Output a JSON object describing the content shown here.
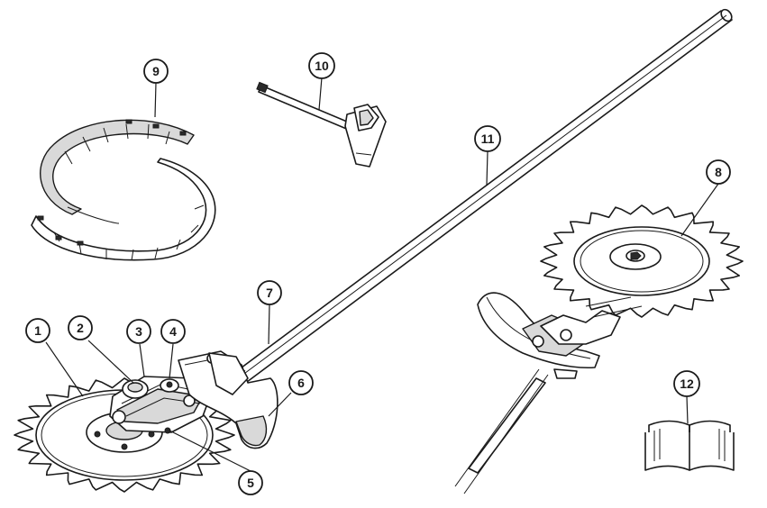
{
  "callouts": [
    {
      "id": "c1",
      "label": "1"
    },
    {
      "id": "c2",
      "label": "2"
    },
    {
      "id": "c3",
      "label": "3"
    },
    {
      "id": "c4",
      "label": "4"
    },
    {
      "id": "c5",
      "label": "5"
    },
    {
      "id": "c6",
      "label": "6"
    },
    {
      "id": "c7",
      "label": "7"
    },
    {
      "id": "c8",
      "label": "8"
    },
    {
      "id": "c9",
      "label": "9"
    },
    {
      "id": "c10",
      "label": "10"
    },
    {
      "id": "c11",
      "label": "11"
    },
    {
      "id": "c12",
      "label": "12"
    }
  ],
  "icons": {
    "manual": "open-book-icon",
    "wrench": "socket-wrench-icon",
    "guard": "blade-guard-icon"
  }
}
